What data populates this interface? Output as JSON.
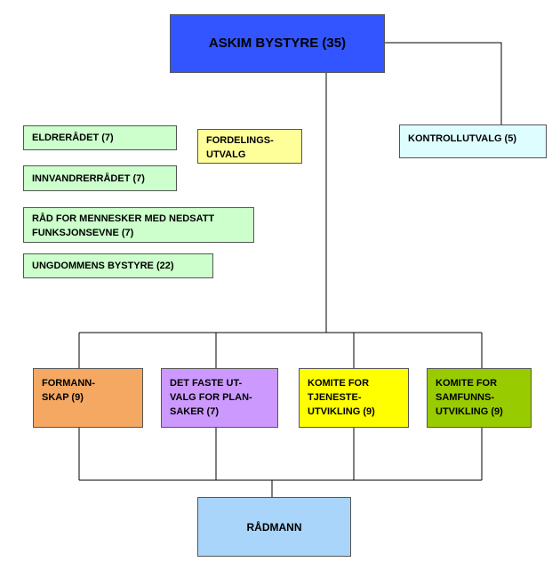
{
  "diagram": {
    "top": {
      "label": "ASKIM BYSTYRE (35)",
      "color": "#3355ff"
    },
    "control": {
      "label": "KONTROLLUTVALG (5)",
      "color": "#ddfdff"
    },
    "advisory": [
      {
        "label": "ELDRERÅDET (7)",
        "color": "#ccffcc"
      },
      {
        "label": "INNVANDRERRÅDET (7)",
        "color": "#ccffcc"
      },
      {
        "label": "RÅD FOR MENNESKER MED NEDSATT\nFUNKSJONSEVNE (7)",
        "color": "#ccffcc"
      },
      {
        "label": "UNGDOMMENS BYSTYRE (22)",
        "color": "#ccffcc"
      }
    ],
    "distribution": {
      "label": "FORDELINGS-\nUTVALG",
      "color": "#ffff99"
    },
    "committees": [
      {
        "label": "FORMANN-\nSKAP (9)",
        "color": "#f5a862"
      },
      {
        "label": "DET FASTE UT-\nVALG FOR PLAN-\nSAKER (7)",
        "color": "#cc99ff"
      },
      {
        "label": "KOMITE FOR\nTJENESTE-\nUTVIKLING (9)",
        "color": "#ffff00"
      },
      {
        "label": "KOMITE FOR\nSAMFUNNS-\nUTVIKLING (9)",
        "color": "#99cc00"
      }
    ],
    "bottom": {
      "label": "RÅDMANN",
      "color": "#a9d5fa"
    }
  }
}
